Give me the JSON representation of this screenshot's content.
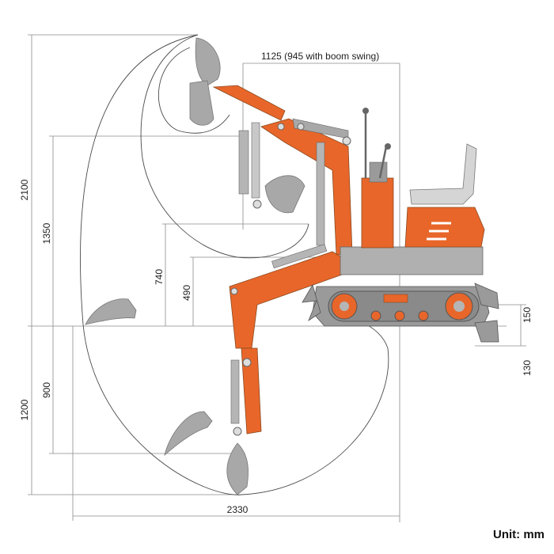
{
  "dimensions": {
    "top_reach": "1125 (945 with boom swing)",
    "height_total": "2100",
    "height_dump": "1350",
    "height_740": "740",
    "height_490": "490",
    "dig_depth_total": "1200",
    "dig_depth_vertical": "900",
    "reach_total": "2330",
    "blade_raise": "150",
    "blade_lower": "130"
  },
  "unit_label": "Unit: mm",
  "colors": {
    "orange": "#e8662a",
    "grey": "#a8a8a8",
    "dark_grey": "#8a8a8a",
    "line": "#555555",
    "dim_line": "#7a7a7a"
  }
}
